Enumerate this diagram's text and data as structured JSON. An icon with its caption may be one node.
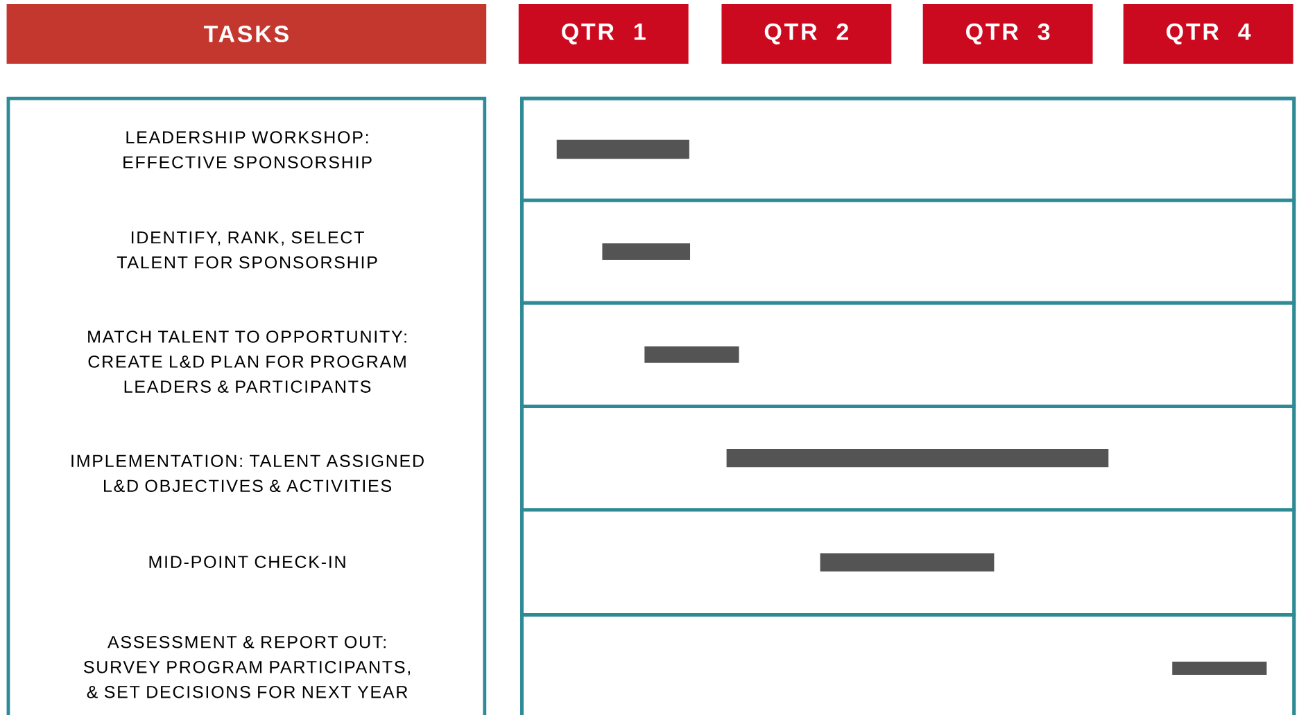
{
  "diagram": {
    "nodes": [
      {
        "text": [
          "TASKS"
        ]
      },
      {
        "text": [
          "QTR 1"
        ]
      },
      {
        "text": [
          "QTR 2"
        ]
      },
      {
        "text": [
          "QTR 3"
        ]
      },
      {
        "text": [
          "QTR 4"
        ]
      },
      {
        "text": [
          "LEADERSHIP WORKSHOP: EFFECTIVE SPONSORSHIP",
          "IDENTIFY, RANK, SELECT TALENT FOR SPONSORSHIP",
          "MATCH TALENT TO OPPORTUNITY: CREATE L&D PLAN FOR PROGRAM LEADERS & PARTICIPANTS",
          "IMPLEMENTATION: TALENT ASSIGNED L&D OBJECTIVES & ACTIVITIES",
          "MID-POINT CHECK-IN",
          "ASSESSMENT & REPORT OUT: SURVEY PROGRAM PARTICIPANTS, & SET DECISIONS FOR NEXT YEAR"
        ]
      },
      {
        "text": [],
        "shape": "box"
      },
      {
        "text": [],
        "shape": "box",
        "in": 6
      },
      {
        "text": [],
        "shape": "box",
        "in": 6
      },
      {
        "text": [],
        "shape": "box",
        "in": 6
      },
      {
        "text": [],
        "shape": "box",
        "in": 6
      },
      {
        "text": [],
        "shape": "box",
        "in": 6
      },
      {
        "text": [],
        "shape": "box",
        "in": 6
      },
      {
        "text": [],
        "shape": "bar",
        "in": 7
      },
      {
        "text": [],
        "shape": "bar",
        "in": 8
      },
      {
        "text": [],
        "shape": "bar",
        "in": 9
      },
      {
        "text": [],
        "shape": "bar",
        "in": 10
      },
      {
        "text": [],
        "shape": "bar",
        "in": 11
      },
      {
        "text": [],
        "shape": "bar",
        "in": 12
      }
    ]
  }
}
